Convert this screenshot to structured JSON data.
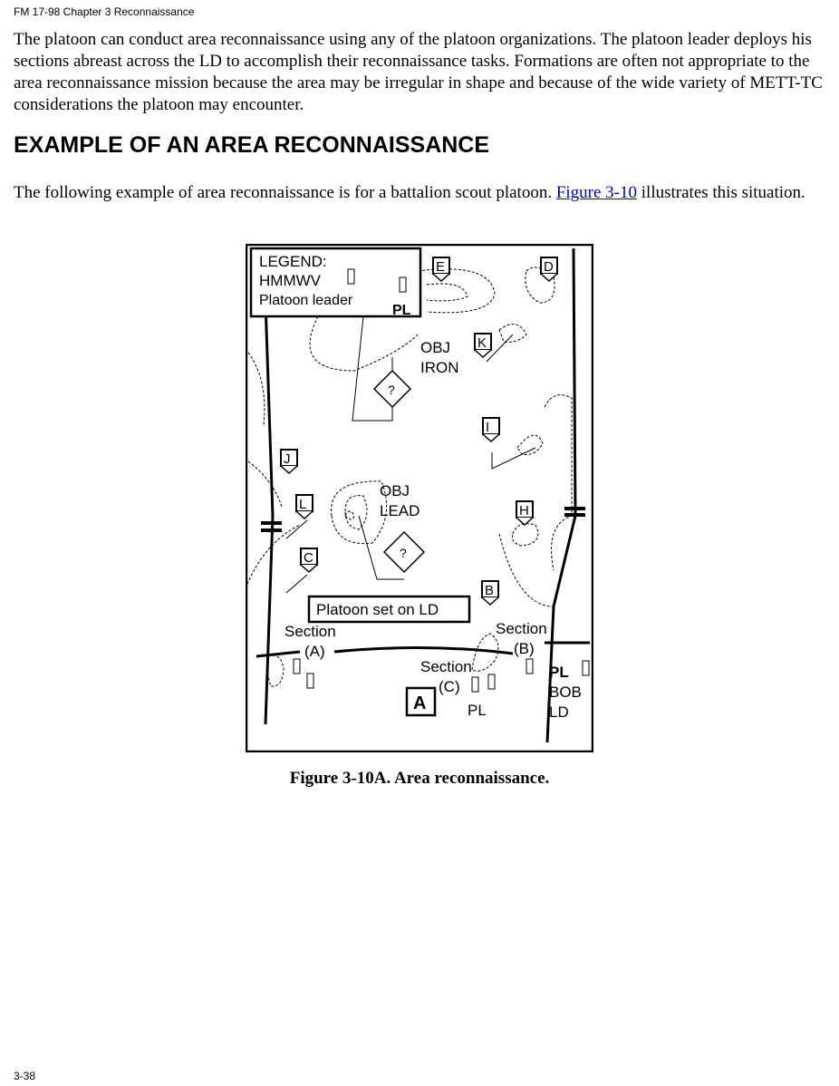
{
  "header": "FM 17-98 Chapter 3 Reconnaissance",
  "intro": "The platoon can conduct area reconnaissance using any of the platoon organizations. The platoon leader deploys his sections abreast across the LD to accomplish their reconnaissance tasks. Formations are often not appropriate to the area reconnaissance mission because the area may be irregular in shape and because of the wide variety of METT-TC considerations the platoon may encounter.",
  "heading": "EXAMPLE OF AN AREA RECONNAISSANCE",
  "para2": {
    "before": "The following example of area reconnaissance is for a battalion scout platoon. ",
    "link": "Figure 3-10",
    "after": " illustrates this situation."
  },
  "figure": {
    "legend": {
      "title": "LEGEND:",
      "hmmwv": "HMMWV",
      "pl": "Platoon leader",
      "pl_tag": "PL"
    },
    "markers": [
      "E",
      "D",
      "K",
      "I",
      "J",
      "L",
      "H",
      "C",
      "B"
    ],
    "obj_iron": [
      "OBJ",
      "IRON"
    ],
    "obj_lead": [
      "OBJ",
      "LEAD"
    ],
    "unknown": "?",
    "set_label": "Platoon set on LD",
    "section_a": [
      "Section",
      "(A)"
    ],
    "section_b": [
      "Section",
      "(B)"
    ],
    "section_c": [
      "Section",
      "(C)"
    ],
    "pl_tag": "PL",
    "unit": "A",
    "phase_line": [
      "PL",
      "BOB",
      "LD"
    ]
  },
  "caption": "Figure 3-10A. Area reconnaissance.",
  "page_number": "3-38"
}
